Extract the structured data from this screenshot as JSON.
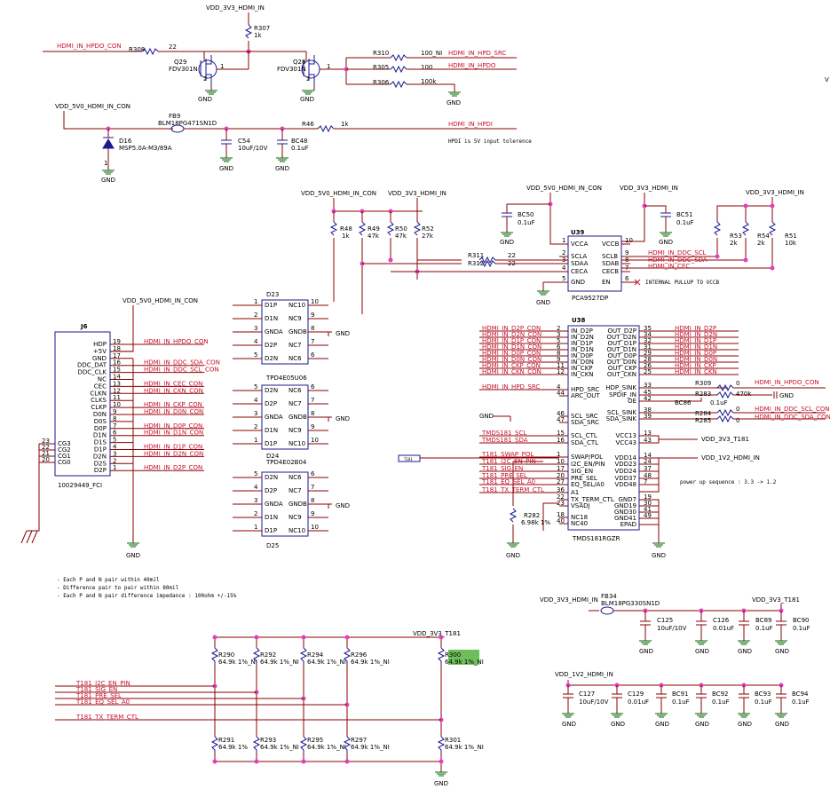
{
  "colors": {
    "wire": "#8b0000",
    "net_label": "#c8102e",
    "component": "#1a1a8c",
    "junction": "#e040c0",
    "background": "#ffffff"
  },
  "top": {
    "vdd3v3_hdmi_in": "VDD_3V3_HDMI_IN",
    "vdd5v0_hdmi_in_con": "VDD_5V0_HDMI_IN_CON",
    "hdmi_in_hpdo_con": "HDMI_IN_HPDO_CON",
    "r308": "R308",
    "r308_val": "22",
    "q29": "Q29",
    "q29_part": "FDV301N",
    "q28": "Q28",
    "q28_part": "FDV301N",
    "r307": "R307",
    "r307_val": "1k",
    "r310": "R310",
    "r310_val": "100_NI",
    "hdmi_in_hpd_src": "HDMI_IN_HPD_SRC",
    "r305": "R305",
    "r305_val": "100",
    "hdmi_in_hpdo": "HDMI_IN_HPDO",
    "r306": "R306",
    "r306_val": "100k",
    "fb9": "FB9",
    "fb9_part": "BLM18PG471SN1D",
    "r46": "R46",
    "r46_val": "1k",
    "hdmi_in_hpdi": "HDMI_IN_HPDI",
    "hpdi_note": "HPDI is 5V input tolerence",
    "d16": "D16",
    "d16_part": "MSP5.0A-M3/89A",
    "c54": "C54",
    "c54_val": "10uF/10V",
    "bc48": "BC48",
    "bc48_val": "0.1uF",
    "gnd": "GND",
    "pin_one": "1",
    "pin_two": "2",
    "pin_three": "3",
    "edge_v": "V"
  },
  "u39": {
    "ref": "U39",
    "part": "PCA9527DP",
    "vdd5": "VDD_5V0_HDMI_IN_CON",
    "vdd3": "VDD_3V3_HDMI_IN",
    "vdd3b": "VDD_3V3_HDMI_IN",
    "bc50": "BC50",
    "bc50_val": "0.1uF",
    "bc51": "BC51",
    "bc51_val": "0.1uF",
    "r311": "R311",
    "r311_val": "22",
    "r312": "R312",
    "r312_val": "22",
    "r53": "R53",
    "r53_val": "2k",
    "r54": "R54",
    "r54_val": "2k",
    "r51": "R51",
    "r51_val": "10k",
    "r48": "R48",
    "r48_val": "1k",
    "r49": "R49",
    "r49_val": "47k",
    "r50": "R50",
    "r50_val": "47k",
    "r52": "R52",
    "r52_val": "27k",
    "ddc_scl": "HDMI_IN_DDC_SCL",
    "ddc_sda": "HDMI_IN_DDC_SDA",
    "cec": "HDMI_IN_CEC",
    "pullup_note": "INTERNAL PULLUP TO VCCB",
    "left_pins": [
      {
        "n": "1",
        "l": "VCCA"
      },
      {
        "n": "2",
        "l": "SCLA"
      },
      {
        "n": "3",
        "l": "SDAA"
      },
      {
        "n": "4",
        "l": "CECA"
      },
      {
        "n": "5",
        "l": "GND"
      }
    ],
    "right_pins": [
      {
        "n": "10",
        "l": "VCCB"
      },
      {
        "n": "9",
        "l": "SCLB"
      },
      {
        "n": "8",
        "l": "SDAB"
      },
      {
        "n": "7",
        "l": "CECB"
      },
      {
        "n": "6",
        "l": "EN"
      }
    ]
  },
  "j6": {
    "ref": "J6",
    "part": "10029449_FCI",
    "vdd": "VDD_5V0_HDMI_IN_CON",
    "pins": [
      {
        "n": "19",
        "l": "HDP",
        "net": "HDMI_IN_HPDO_CON"
      },
      {
        "n": "18",
        "l": "+5V",
        "net": ""
      },
      {
        "n": "17",
        "l": "GND",
        "net": ""
      },
      {
        "n": "16",
        "l": "DDC_DAT",
        "net": "HDMI_IN_DDC_SDA_CON"
      },
      {
        "n": "15",
        "l": "DDC_CLK",
        "net": "HDMI_IN_DDC_SCL_CON"
      },
      {
        "n": "14",
        "l": "NC",
        "net": ""
      },
      {
        "n": "13",
        "l": "CEC",
        "net": "HDMI_IN_CEC_CON"
      },
      {
        "n": "12",
        "l": "CLKN",
        "net": "HDMI_IN_CKN_CON"
      },
      {
        "n": "11",
        "l": "CLKS",
        "net": ""
      },
      {
        "n": "10",
        "l": "CLKP",
        "net": "HDMI_IN_CKP_CON"
      },
      {
        "n": "9",
        "l": "D0N",
        "net": "HDMI_IN_D0N_CON"
      },
      {
        "n": "8",
        "l": "D0S",
        "net": ""
      },
      {
        "n": "7",
        "l": "D0P",
        "net": "HDMI_IN_D0P_CON"
      },
      {
        "n": "6",
        "l": "D1N",
        "net": "HDMI_IN_D1N_CON"
      },
      {
        "n": "5",
        "l": "D1S",
        "net": ""
      },
      {
        "n": "4",
        "l": "D1P",
        "net": "HDMI_IN_D1P_CON"
      },
      {
        "n": "3",
        "l": "D2N",
        "net": "HDMI_IN_D2N_CON"
      },
      {
        "n": "2",
        "l": "D2S",
        "net": ""
      },
      {
        "n": "1",
        "l": "D2P",
        "net": "HDMI_IN_D2P_CON"
      }
    ],
    "cg": [
      {
        "n": "23",
        "l": "CG3"
      },
      {
        "n": "22",
        "l": "CG2"
      },
      {
        "n": "21",
        "l": "CG1"
      },
      {
        "n": "20",
        "l": "CG0"
      }
    ]
  },
  "tpd": [
    {
      "ref": "D23",
      "part": "TPD4E05U06",
      "pins_l": [
        {
          "n": "1",
          "l": "D1P"
        },
        {
          "n": "2",
          "l": "D1N"
        },
        {
          "n": "3",
          "l": "GNDA"
        },
        {
          "n": "4",
          "l": "D2P"
        },
        {
          "n": "5",
          "l": "D2N"
        }
      ],
      "pins_r": [
        {
          "n": "10",
          "l": "NC10"
        },
        {
          "n": "9",
          "l": "NC9"
        },
        {
          "n": "8",
          "l": "GNDB"
        },
        {
          "n": "7",
          "l": "NC7"
        },
        {
          "n": "6",
          "l": "NC6"
        }
      ]
    },
    {
      "ref": "D24",
      "part": "TPD4E02B04",
      "pins_l": [
        {
          "n": "5",
          "l": "D2N"
        },
        {
          "n": "4",
          "l": "D2P"
        },
        {
          "n": "3",
          "l": "GNDA"
        },
        {
          "n": "2",
          "l": "D1N"
        },
        {
          "n": "1",
          "l": "D1P"
        }
      ],
      "pins_r": [
        {
          "n": "6",
          "l": "NC6"
        },
        {
          "n": "7",
          "l": "NC7"
        },
        {
          "n": "8",
          "l": "GNDB"
        },
        {
          "n": "9",
          "l": "NC9"
        },
        {
          "n": "10",
          "l": "NC10"
        }
      ]
    },
    {
      "ref": "D25",
      "part": "",
      "pins_l": [
        {
          "n": "5",
          "l": "D2N"
        },
        {
          "n": "4",
          "l": "D2P"
        },
        {
          "n": "3",
          "l": "GNDA"
        },
        {
          "n": "2",
          "l": "D1N"
        },
        {
          "n": "1",
          "l": "D1P"
        }
      ],
      "pins_r": [
        {
          "n": "6",
          "l": "NC6"
        },
        {
          "n": "7",
          "l": "NC7"
        },
        {
          "n": "8",
          "l": "GNDB"
        },
        {
          "n": "9",
          "l": "NC9"
        },
        {
          "n": "10",
          "l": "NC10"
        }
      ]
    }
  ],
  "u38": {
    "ref": "U38",
    "part": "TMDS181RGZR",
    "left_pins": [
      {
        "n": "2",
        "l": "IN_D2P",
        "net": "HDMI_IN_D2P_CON"
      },
      {
        "n": "3",
        "l": "IN_D2N",
        "net": "HDMI_IN_D2N_CON"
      },
      {
        "n": "5",
        "l": "IN_D1P",
        "net": "HDMI_IN_D1P_CON"
      },
      {
        "n": "6",
        "l": "IN_D1N",
        "net": "HDMI_IN_D1N_CON"
      },
      {
        "n": "8",
        "l": "IN_D0P",
        "net": "HDMI_IN_D0P_CON"
      },
      {
        "n": "9",
        "l": "IN_D0N",
        "net": "HDMI_IN_D0N_CON"
      },
      {
        "n": "11",
        "l": "IN_CKP",
        "net": "HDMI_IN_CKP_CON"
      },
      {
        "n": "12",
        "l": "IN_CKN",
        "net": "HDMI_IN_CKN_CON"
      },
      {
        "n": "4",
        "l": "HPD_SRC",
        "net": "HDMI_IN_HPD_SRC"
      },
      {
        "n": "44",
        "l": "ARC_OUT",
        "net": ""
      },
      {
        "n": "46",
        "l": "SCL_SRC",
        "net": ""
      },
      {
        "n": "47",
        "l": "SDA_SRC",
        "net": ""
      },
      {
        "n": "15",
        "l": "SCL_CTL",
        "net": "TMDS181_SCL"
      },
      {
        "n": "16",
        "l": "SDA_CTL",
        "net": "TMDS181_SDA"
      },
      {
        "n": "1",
        "l": "SWAP/POL",
        "net": "T181_SWAP_POL"
      },
      {
        "n": "10",
        "l": "I2C_EN/PIN",
        "net": "T181_I2C_EN_PIN"
      },
      {
        "n": "17",
        "l": "SIG_EN",
        "net": "T181_SIG_EN"
      },
      {
        "n": "20",
        "l": "PRE_SEL",
        "net": "T181_PRE_SEL"
      },
      {
        "n": "27",
        "l": "EQ_SEL/A0",
        "net": "T181_EQ_SEL_A0"
      },
      {
        "n": "36",
        "l": "A1",
        "net": "T181_TX_TERM_CTL"
      },
      {
        "n": "22",
        "l": "TX_TERM_CTL",
        "net": ""
      },
      {
        "n": "23",
        "l": "VSADJ",
        "net": ""
      },
      {
        "n": "18",
        "l": "NC18",
        "net": ""
      },
      {
        "n": "40",
        "l": "NC40",
        "net": ""
      }
    ],
    "right_pins": [
      {
        "n": "35",
        "l": "OUT_D2P",
        "net": "HDMI_IN_D2P"
      },
      {
        "n": "34",
        "l": "OUT_D2N",
        "net": "HDMI_IN_D2N"
      },
      {
        "n": "32",
        "l": "OUT_D1P",
        "net": "HDMI_IN_D1P"
      },
      {
        "n": "31",
        "l": "OUT_D1N",
        "net": "HDMI_IN_D1N"
      },
      {
        "n": "29",
        "l": "OUT_D0P",
        "net": "HDMI_IN_D0P"
      },
      {
        "n": "28",
        "l": "OUT_D0N",
        "net": "HDMI_IN_D0N"
      },
      {
        "n": "26",
        "l": "OUT_CKP",
        "net": "HDMI_IN_CKP"
      },
      {
        "n": "25",
        "l": "OUT_CKN",
        "net": "HDMI_IN_CKN"
      },
      {
        "n": "33",
        "l": "HDP_SINK",
        "net": ""
      },
      {
        "n": "45",
        "l": "SPDIF_IN",
        "net": ""
      },
      {
        "n": "42",
        "l": "OE",
        "net": ""
      },
      {
        "n": "38",
        "l": "SCL_SINK",
        "net": ""
      },
      {
        "n": "39",
        "l": "SDA_SINK",
        "net": ""
      },
      {
        "n": "13",
        "l": "VCC13",
        "net": ""
      },
      {
        "n": "43",
        "l": "VCC43",
        "net": ""
      },
      {
        "n": "14",
        "l": "VDD14",
        "net": ""
      },
      {
        "n": "24",
        "l": "VDD23",
        "net": ""
      },
      {
        "n": "37",
        "l": "VDD24",
        "net": ""
      },
      {
        "n": "48",
        "l": "VDD37",
        "net": ""
      },
      {
        "n": "7",
        "l": "VDD48",
        "net": ""
      },
      {
        "n": "19",
        "l": "GND7",
        "net": ""
      },
      {
        "n": "30",
        "l": "GND19",
        "net": ""
      },
      {
        "n": "41",
        "l": "GND30",
        "net": ""
      },
      {
        "n": "49",
        "l": "GND41",
        "net": ""
      },
      {
        "n": "",
        "l": "EPAD",
        "net": ""
      }
    ],
    "r309": "R309",
    "r309_val": "0",
    "r283": "R283",
    "r283_val": "470k",
    "bc86": "BC86",
    "bc86_val": "0.1uF",
    "r284": "R284",
    "r284_val": "0",
    "r285": "R285",
    "r285_val": "0",
    "hpdo_con": "HDMI_IN_HPDO_CON",
    "scl_con": "HDMI_IN_DDC_SCL_CON",
    "sda_con": "HDMI_IN_DDC_SDA_CON",
    "vdd_3v3_t181": "VDD_3V3_T181",
    "vdd_1v2": "VDD_1V2_HDMI_IN",
    "power_note": "power up sequence : 3.3 -> 1.2",
    "r282": "R282",
    "r282_val": "6.98k 1%",
    "gnd_arrow": "GND",
    "tp_label": "T181"
  },
  "notes": [
    "- Each P and N pair within 40mil",
    "- Difference pair to pair within 80mil",
    "- Each P and N pair difference impedance : 100ohm +/-15%"
  ],
  "strap": {
    "vdd": "VDD_3V3_T181",
    "nets": [
      "T181_I2C_EN_PIN",
      "T181_SIG_EN",
      "T181_PRE_SEL",
      "T181_EQ_SEL_A0",
      "T181_TX_TERM_CTL"
    ],
    "top_res": [
      {
        "ref": "R290",
        "val": "64.9k 1%_NI"
      },
      {
        "ref": "R292",
        "val": "64.9k 1%_NI"
      },
      {
        "ref": "R294",
        "val": "64.9k 1%_NI"
      },
      {
        "ref": "R296",
        "val": "64.9k 1%_NI"
      },
      {
        "ref": "R300",
        "val": "64.9k 1%_NI"
      }
    ],
    "bot_res": [
      {
        "ref": "R291",
        "val": "64.9k 1%"
      },
      {
        "ref": "R293",
        "val": "64.9k 1%_NI"
      },
      {
        "ref": "R295",
        "val": "64.9k 1%_NI"
      },
      {
        "ref": "R297",
        "val": "64.9k 1%_NI"
      },
      {
        "ref": "R301",
        "val": "64.9k 1%_NI"
      }
    ]
  },
  "pwr": {
    "vdd3": "VDD_3V3_HDMI_IN",
    "fb34": "FB34",
    "fb34_part": "BLM18PG330SN1D",
    "vdd_t181": "VDD_3V3_T181",
    "caps1": [
      {
        "ref": "C125",
        "val": "10uF/10V"
      },
      {
        "ref": "C126",
        "val": "0.01uF"
      },
      {
        "ref": "BC89",
        "val": "0.1uF"
      },
      {
        "ref": "BC90",
        "val": "0.1uF"
      }
    ],
    "vdd12": "VDD_1V2_HDMI_IN",
    "caps2": [
      {
        "ref": "C127",
        "val": "10uF/10V"
      },
      {
        "ref": "C129",
        "val": "0.01uF"
      },
      {
        "ref": "BC91",
        "val": "0.1uF"
      },
      {
        "ref": "BC92",
        "val": "0.1uF"
      },
      {
        "ref": "BC93",
        "val": "0.1uF"
      },
      {
        "ref": "BC94",
        "val": "0.1uF"
      }
    ]
  }
}
